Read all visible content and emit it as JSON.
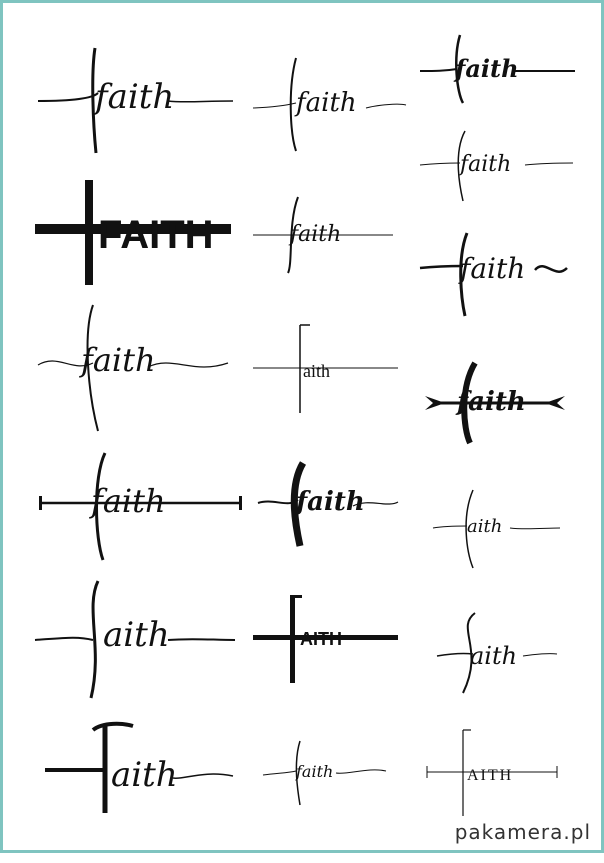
{
  "designs": [
    {
      "id": "c1r1",
      "text": "faith"
    },
    {
      "id": "c2r1",
      "text": "faith"
    },
    {
      "id": "c3r1",
      "text": "faith"
    },
    {
      "id": "c3r2",
      "text": "faith"
    },
    {
      "id": "c1r2",
      "text": "FAITH"
    },
    {
      "id": "c2r2",
      "text": "faith"
    },
    {
      "id": "c3r3",
      "text": "faith"
    },
    {
      "id": "c1r3",
      "text": "faith"
    },
    {
      "id": "c2r3",
      "text": "aith"
    },
    {
      "id": "c3r4",
      "text": "faith"
    },
    {
      "id": "c1r4",
      "text": "faith"
    },
    {
      "id": "c2r4",
      "text": "faith"
    },
    {
      "id": "c3r5",
      "text": "aith"
    },
    {
      "id": "c1r5",
      "text": "aith"
    },
    {
      "id": "c2r5",
      "text": "AITH"
    },
    {
      "id": "c3r6",
      "text": "aith"
    },
    {
      "id": "c1r6",
      "text": "aith"
    },
    {
      "id": "c2r6",
      "text": "faith"
    },
    {
      "id": "c3r7",
      "text": "AITH"
    }
  ],
  "watermark": "pakamera.pl",
  "colors": {
    "border": "#7fc4c0",
    "ink": "#111111"
  }
}
